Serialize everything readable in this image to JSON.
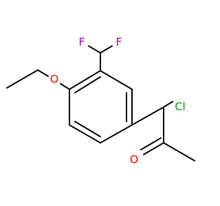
{
  "molecule": {
    "atoms": {
      "F1": {
        "symbol": "F",
        "color": "#b400b4"
      },
      "F2": {
        "symbol": "F",
        "color": "#b400b4"
      },
      "O_ether": {
        "symbol": "O",
        "color": "#ff0000"
      },
      "Cl": {
        "symbol": "Cl",
        "color": "#00a000"
      },
      "O_carbonyl": {
        "symbol": "O",
        "color": "#ff0000"
      }
    },
    "bond_color": "#000000"
  }
}
